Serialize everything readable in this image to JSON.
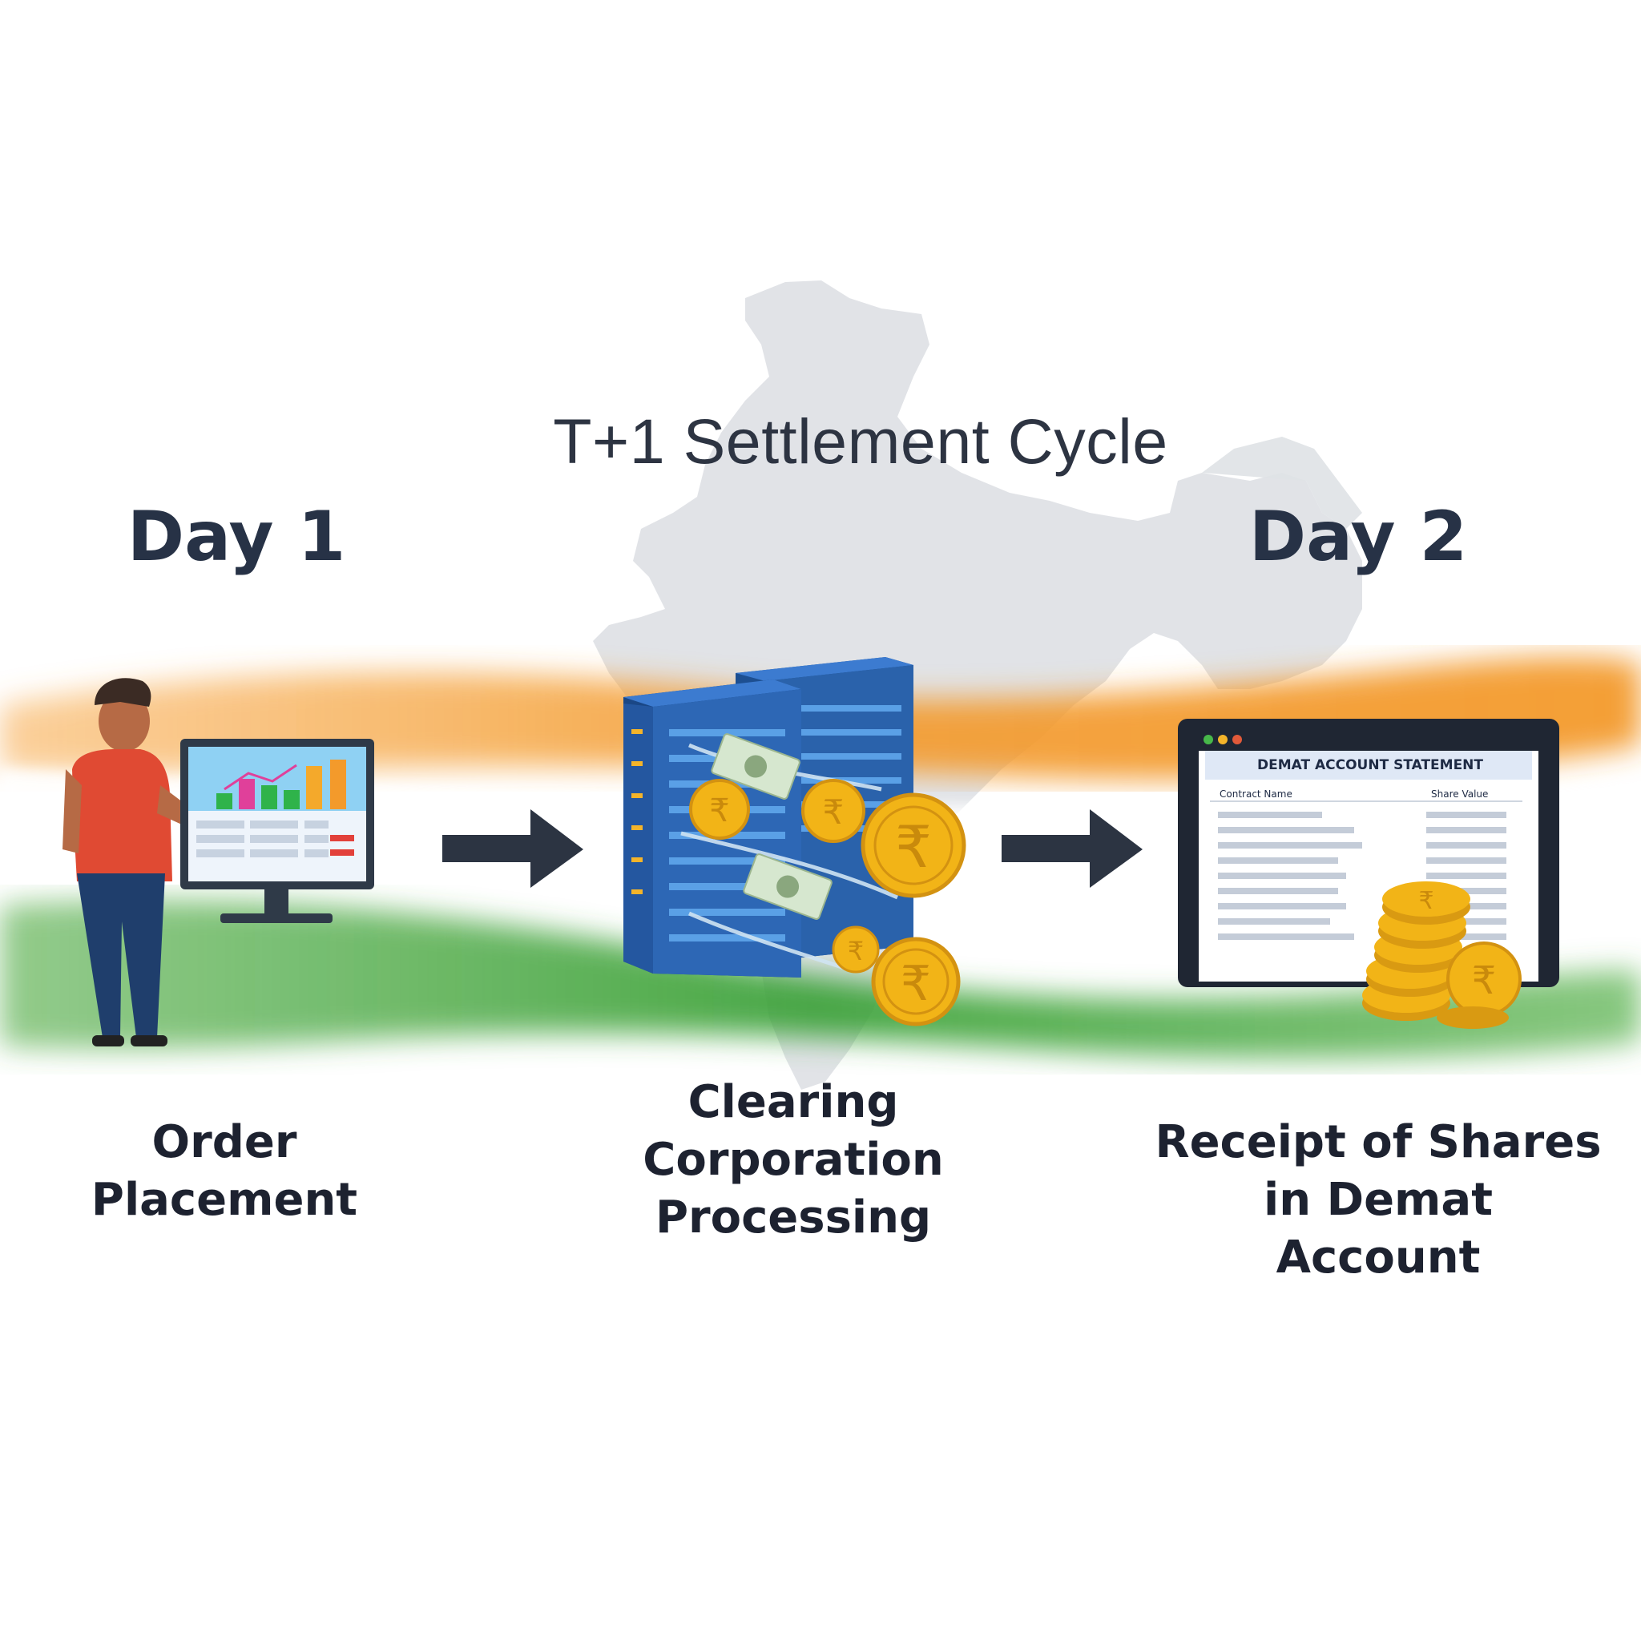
{
  "title": "T+1 Settlement Cycle",
  "days": {
    "day1": "Day 1",
    "day2": "Day 2"
  },
  "steps": {
    "order": "Order\nPlacement",
    "clearing": "Clearing\nCorporation\nProcessing",
    "receipt": "Receipt of Shares\nin Demat\nAccount"
  },
  "statement": {
    "title": "DEMAT ACCOUNT STATEMENT",
    "col_left": "Contract Name",
    "col_right": "Share Value"
  },
  "colors": {
    "saffron": "#f39a2b",
    "green": "#3fa33c",
    "map": "#dfe2e6",
    "server": "#2f64ad",
    "coin": "#f2b417",
    "arrow": "#2c3442",
    "text": "#263244"
  },
  "icons": [
    "person-icon",
    "monitor-icon",
    "server-icon",
    "banknote-icon",
    "rupee-coin-icon",
    "arrow-right-icon",
    "statement-window-icon"
  ]
}
